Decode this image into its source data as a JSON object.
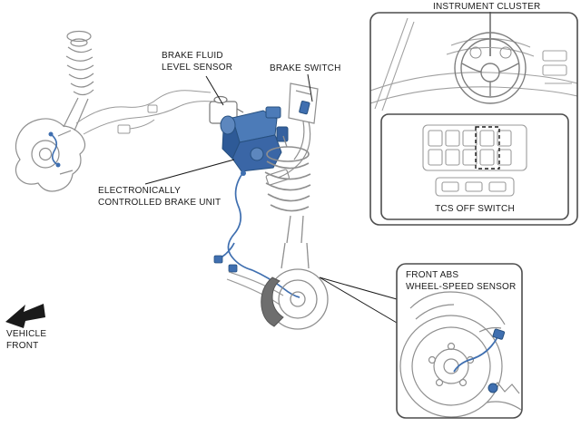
{
  "diagram": {
    "labels": {
      "instrument_cluster": "INSTRUMENT CLUSTER",
      "brake_fluid_level_sensor": [
        "BRAKE FLUID",
        "LEVEL SENSOR"
      ],
      "brake_switch": "BRAKE SWITCH",
      "electronically_controlled_brake_unit": [
        "ELECTRONICALLY",
        "CONTROLLED BRAKE UNIT"
      ],
      "tcs_off_switch": "TCS OFF SWITCH",
      "front_abs_wheel_speed_sensor": [
        "FRONT ABS",
        "WHEEL-SPEED SENSOR"
      ],
      "vehicle_front": [
        "VEHICLE",
        "FRONT"
      ]
    },
    "colors": {
      "highlighted_component_blue": "#3f6fb0",
      "line_art_gray": "#8f8f8f",
      "callout_border_gray": "#4d4d4d",
      "label_text": "#1a1a1a",
      "background": "#ffffff"
    }
  }
}
